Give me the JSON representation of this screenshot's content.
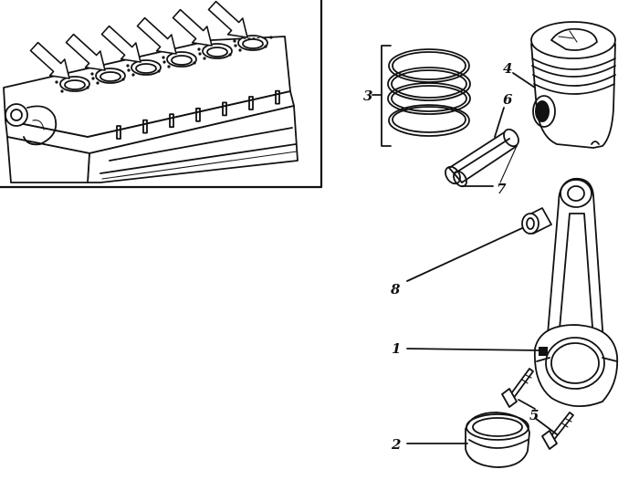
{
  "labels": {
    "rings": "3",
    "piston": "4",
    "pin": "6",
    "circlip": "7",
    "small_end_bush": "8",
    "connecting_rod": "1",
    "bolts": "5",
    "bearing_cap": "2"
  },
  "inset": {
    "arrow_count": 6
  },
  "colors": {
    "ink": "#111111",
    "paper": "#ffffff"
  }
}
